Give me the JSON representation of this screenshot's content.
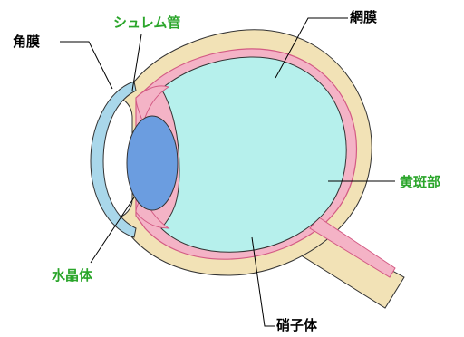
{
  "diagram": {
    "labels": {
      "cornea": "角膜",
      "schlemm_canal": "シュレム管",
      "retina": "網膜",
      "macula": "黄斑部",
      "lens": "水晶体",
      "vitreous_body": "硝子体"
    },
    "colors": {
      "sclera": "#f2e2b6",
      "retina_layer": "#f4b3c6",
      "retina_stroke": "#d35a84",
      "vitreous": "#b6f0ec",
      "lens": "#6b9de0",
      "cornea": "#a9d7ea",
      "black_label": "#000000",
      "green_label": "#2aa52a"
    }
  }
}
